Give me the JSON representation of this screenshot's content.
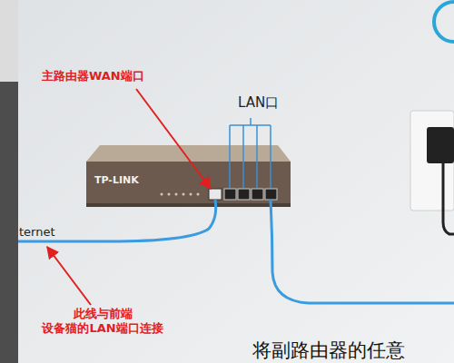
{
  "diagram": {
    "labels": [
      "主路由器WAN端口",
      "LAN口",
      "TP-LINK",
      "ternet",
      "此线与前端 设备猫的LAN端口连接",
      "将副路由器的任意"
    ]
  }
}
